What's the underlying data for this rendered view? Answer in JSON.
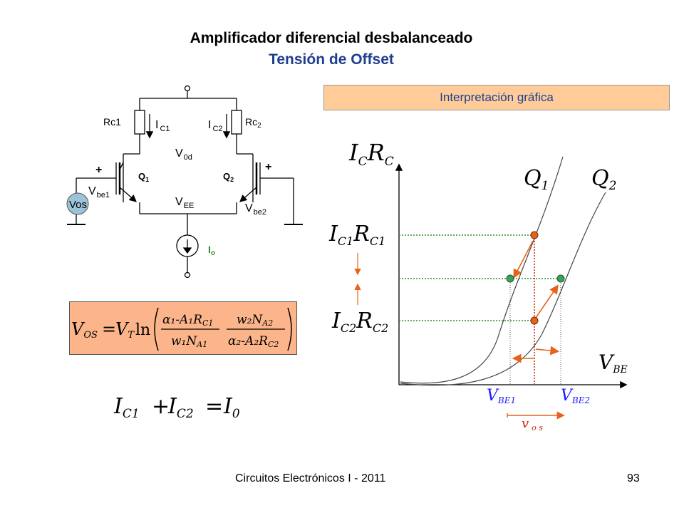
{
  "title": "Amplificador diferencial desbalanceado",
  "subtitle": "Tensión de Offset",
  "interp_label": "Interpretación gráfica",
  "footer": "Circuitos Electrónicos I - 2011",
  "page_number": "93",
  "circuit": {
    "rc1": "Rc1",
    "rc2_main": "Rc",
    "rc2_sub": "2",
    "ic1_main": "I",
    "ic1_sub": "C1",
    "ic2_main": "I",
    "ic2_sub": "C2",
    "v0d_main": "V",
    "v0d_sub": "0d",
    "q1_main": "Q",
    "q1_sub": "1",
    "q2_main": "Q",
    "q2_sub": "2",
    "vee_main": "V",
    "vee_sub": "EE",
    "vbe1_main": "V",
    "vbe1_sub": "be1",
    "vbe2_main": "V",
    "vbe2_sub": "be2",
    "plus_left": "+",
    "plus_right": "+",
    "vos": "Vos",
    "io_main": "I",
    "io_sub": "o"
  },
  "formula": {
    "lhs": "V",
    "lhs_sub": "OS",
    "eq": "=",
    "vt": "V",
    "vt_sub": "T",
    "ln": "ln",
    "f1_num": "α₁-A₁R",
    "f1_num_sub": "C1",
    "f1_den": "w₁N",
    "f1_den_sub": "A1",
    "f2_num": "w₂N",
    "f2_num_sub": "A2",
    "f2_den": "α₂-A₂R",
    "f2_den_sub": "C2"
  },
  "sum_eq": {
    "t1": "I",
    "t1_sub": "C1",
    "plus": "+",
    "t2": "I",
    "t2_sub": "C2",
    "eq": "=",
    "rhs": "I",
    "rhs_sub": "0"
  },
  "graph": {
    "y_label": "I",
    "y_label_sub1": "C",
    "y_label_mid": "R",
    "y_label_sub2": "C",
    "x_label": "V",
    "x_label_sub": "BE",
    "q1": "Q",
    "q1_sub": "1",
    "q2": "Q",
    "q2_sub": "2",
    "ic1rc1_a": "I",
    "ic1rc1_a_sub": "C1",
    "ic1rc1_b": "R",
    "ic1rc1_b_sub": "C1",
    "ic2rc2_a": "I",
    "ic2rc2_a_sub": "C2",
    "ic2rc2_b": "R",
    "ic2rc2_b_sub": "C2",
    "vbe1": "V",
    "vbe1_sub": "BE1",
    "vbe2": "V",
    "vbe2_sub": "BE2",
    "vos": "v",
    "vos_sub": "o s"
  },
  "colors": {
    "title_blue": "#1f3f8f",
    "green_dots": "#2e8b2e",
    "red": "#cc2200",
    "orange": "#e8621a",
    "blue_math": "#1a1aff",
    "box_fill": "#ffcc99",
    "formula_fill": "#fcb58a",
    "io_green": "#2e8b2e"
  }
}
